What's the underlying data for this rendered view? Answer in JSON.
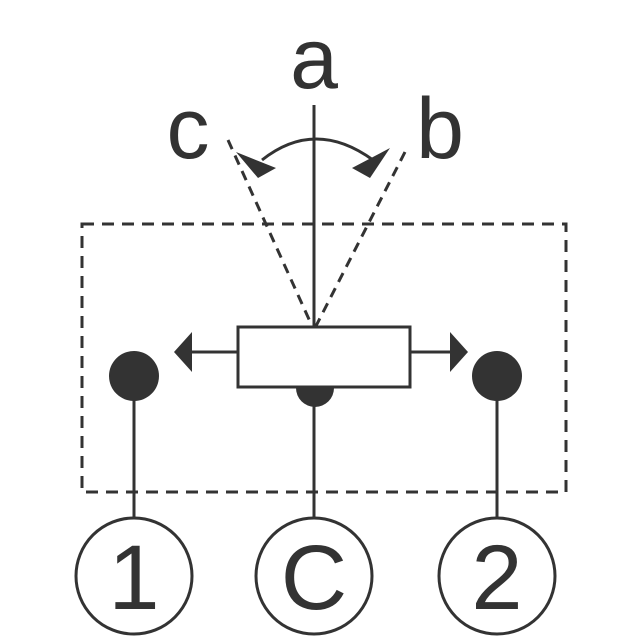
{
  "labels": {
    "a": "a",
    "b": "b",
    "c": "c"
  },
  "terminals": [
    {
      "id": "t1",
      "label": "1"
    },
    {
      "id": "tc",
      "label": "C"
    },
    {
      "id": "t2",
      "label": "2"
    }
  ],
  "colors": {
    "stroke": "#333333",
    "fill_dot": "#333333",
    "background": "#ffffff"
  }
}
